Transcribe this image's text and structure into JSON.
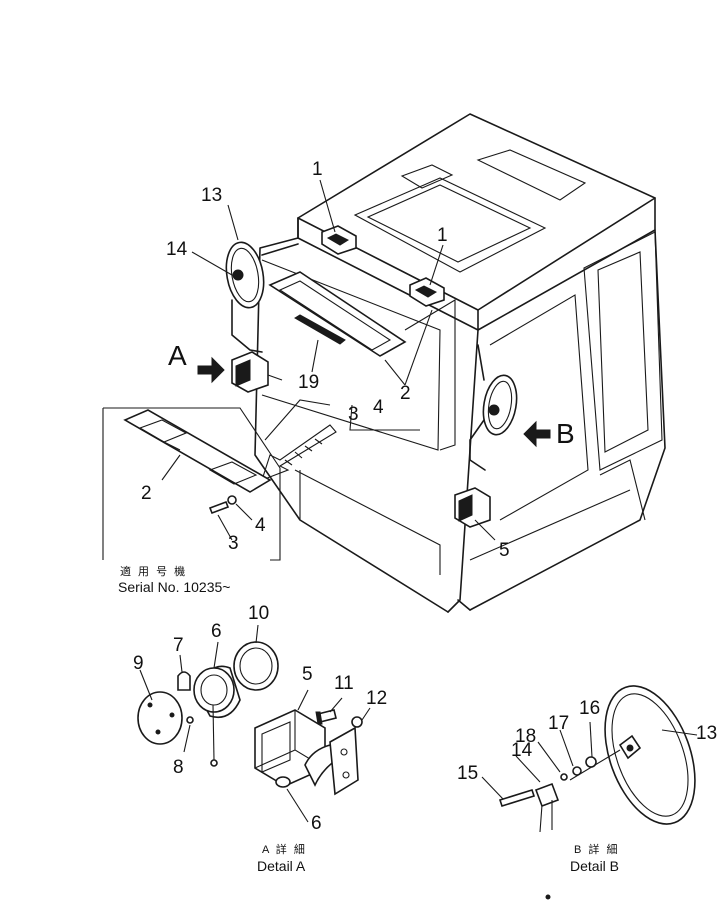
{
  "callouts": {
    "c1a": "1",
    "c1b": "1",
    "c13": "13",
    "c14": "14",
    "c19": "19",
    "c3": "3",
    "c4": "4",
    "c2": "2",
    "c2b": "2",
    "c4b": "4",
    "c3b": "3",
    "c5": "5",
    "c10": "10",
    "c6": "6",
    "c7": "7",
    "c9": "9",
    "c8": "8",
    "c5b": "5",
    "c11": "11",
    "c12": "12",
    "c6b": "6",
    "c14b": "14",
    "c16": "16",
    "c17": "17",
    "c18": "18",
    "c15": "15",
    "c13b": "13"
  },
  "arrows": {
    "a": "A",
    "b": "B"
  },
  "serial": {
    "jp": "適 用 号 機",
    "en": "Serial No. 10235~"
  },
  "detail_a": {
    "jp": "A 詳 細",
    "en": "Detail A"
  },
  "detail_b": {
    "jp": "B 詳 細",
    "en": "Detail B"
  }
}
